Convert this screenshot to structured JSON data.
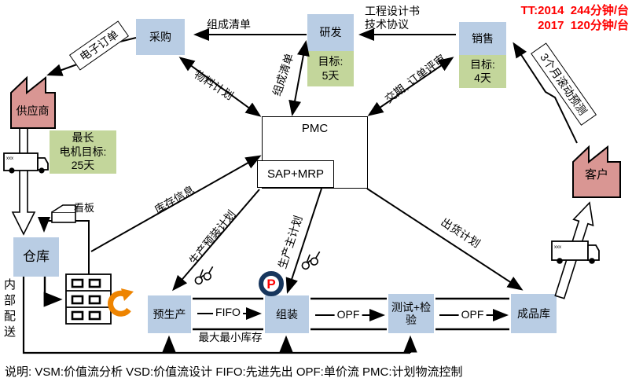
{
  "header": {
    "tt_line1": "TT:2014  244分钟/台",
    "tt_line2": "2017  120分钟/台"
  },
  "colors": {
    "box_blue": "#b9cde4",
    "goal_green": "#c3d69b",
    "factory_pink": "#d99693",
    "accent_orange": "#ee8400",
    "badge_navy": "#17365d",
    "alert_red": "#ff0000"
  },
  "nodes": {
    "procurement": {
      "label": "采购"
    },
    "rnd": {
      "label": "研发",
      "goal": "目标:\n5天"
    },
    "sales": {
      "label": "销售",
      "goal": "目标:\n4天"
    },
    "pmc": {
      "label": "PMC",
      "sub": "SAP+MRP"
    },
    "supplier": {
      "label": "供应商",
      "goal": "最长\n电机目标:\n25天"
    },
    "customer": {
      "label": "客户"
    },
    "warehouse": {
      "label": "仓库"
    },
    "preproduction": {
      "label": "预生产"
    },
    "assembly": {
      "label": "组装"
    },
    "testing": {
      "label": "测试+检验"
    },
    "finished_goods": {
      "label": "成品库"
    }
  },
  "flows": {
    "bom_top": "组成清单",
    "material_plan": "物料计划",
    "bom_vertical": "组成清单",
    "eng_design": "工程设计书\n技术协议",
    "delivery_review": "交期, 订单评审",
    "electronic_order": "电子订单",
    "rolling_forecast": "3个月滚动预测",
    "inventory_info": "库存信息",
    "preassembly_plan": "生产预装计划",
    "master_plan": "生产主计划",
    "shipping_plan": "出货计划",
    "kanban": "看板",
    "fifo": "FIFO",
    "opf1": "OPF",
    "opf2": "OPF",
    "minmax": "最大最小库存",
    "internal_delivery": "内部配送",
    "truck_left": "xxx",
    "truck_right": "xxx",
    "p_badge": "P"
  },
  "legend": {
    "text": "说明:  VSM:价值流分析  VSD:价值流设计  FIFO:先进先出 OPF:单价流  PMC:计划物流控制"
  }
}
